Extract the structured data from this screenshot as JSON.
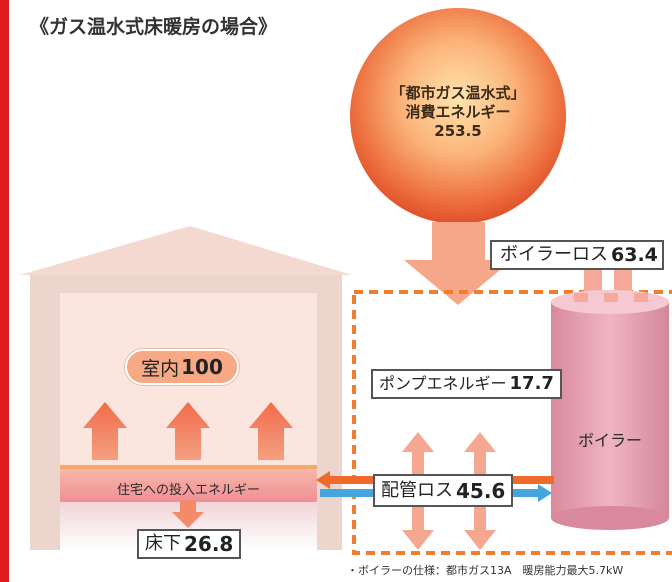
{
  "title": "《ガス温水式床暖房の場合》",
  "source_circle": {
    "line1": "「都市ガス温水式」",
    "line2": "消費エネルギー",
    "value": "253.5"
  },
  "boiler_loss": {
    "label": "ボイラーロス",
    "value": "63.4"
  },
  "indoor": {
    "label": "室内",
    "value": "100"
  },
  "pump_energy": {
    "label": "ポンプエネルギー",
    "value": "17.7"
  },
  "boiler": {
    "label": "ボイラー"
  },
  "house_input": {
    "label": "住宅への投入エネルギー"
  },
  "pipe_loss": {
    "label": "配管ロス",
    "value": "45.6"
  },
  "underfloor": {
    "label": "床下",
    "value": "26.8"
  },
  "footnote": "・ボイラーの仕様：都市ガス13A　暖房能力最大5.7kW",
  "colors": {
    "left_bar": "#e0191e",
    "circle_core": "#ffe0a8",
    "circle_edge": "#e8502a",
    "flow_arrow": "#f7a98d",
    "dashed_boundary": "#ef7f2d",
    "house_fill": "#fbe6df",
    "roof": "#f3d9cf",
    "boiler": "#e8a2b1",
    "pipe_hot": "#ef6b2c",
    "pipe_cold": "#47a5dd"
  }
}
